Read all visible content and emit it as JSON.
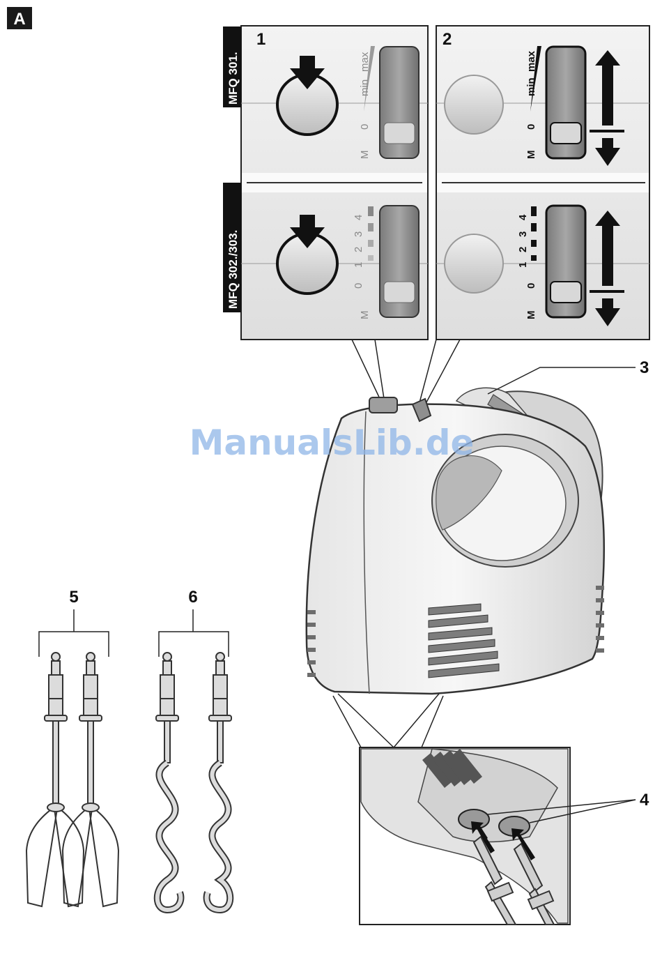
{
  "figure_tag": "A",
  "panels": {
    "panel_1_number": "1",
    "panel_2_number": "2",
    "model_top": "MFQ 301.",
    "model_bottom": "MFQ 302./303."
  },
  "scale_top": {
    "max": "max",
    "min": "min",
    "zero": "0",
    "m": "M"
  },
  "scale_bottom": {
    "s4": "4",
    "s3": "3",
    "s2": "2",
    "s1": "1",
    "zero": "0",
    "m": "M"
  },
  "callouts": {
    "c3": "3",
    "c4": "4",
    "c5": "5",
    "c6": "6"
  },
  "watermark": "ManualsLib.de"
}
